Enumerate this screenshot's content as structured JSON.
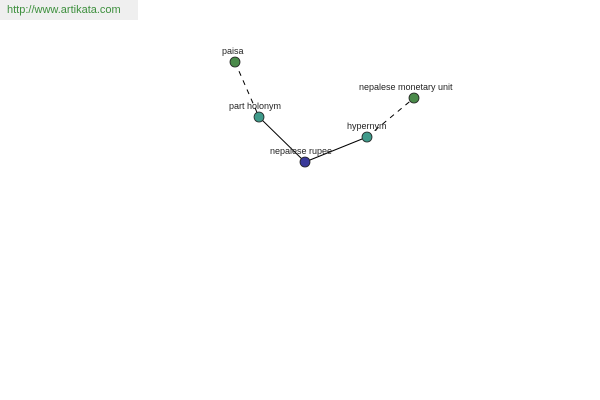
{
  "header": {
    "url": "http://www.artikata.com",
    "url_color": "#3d8f3d"
  },
  "graph": {
    "nodes": [
      {
        "id": "paisa",
        "label": "paisa",
        "color": "#4a8a4a"
      },
      {
        "id": "part-holonym",
        "label": "part holonym",
        "color": "#3f9a8a"
      },
      {
        "id": "nepalese-rupee",
        "label": "nepalese rupee",
        "color": "#3a3a9a"
      },
      {
        "id": "hypernym",
        "label": "hypernym",
        "color": "#3f9a8a"
      },
      {
        "id": "nepalese-monetary-unit",
        "label": "nepalese monetary unit",
        "color": "#4a8a4a"
      }
    ],
    "edges": [
      {
        "from": "paisa",
        "to": "part-holonym",
        "style": "dashed"
      },
      {
        "from": "part-holonym",
        "to": "nepalese-rupee",
        "style": "solid"
      },
      {
        "from": "nepalese-rupee",
        "to": "hypernym",
        "style": "solid"
      },
      {
        "from": "hypernym",
        "to": "nepalese-monetary-unit",
        "style": "dashed"
      }
    ]
  }
}
